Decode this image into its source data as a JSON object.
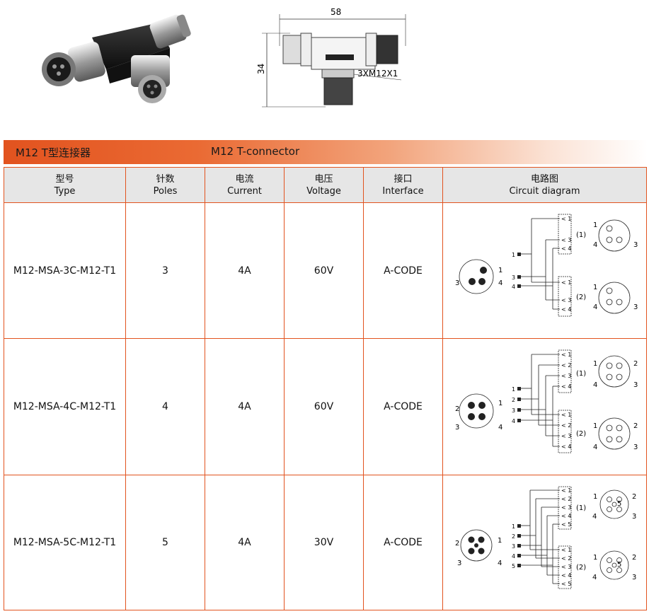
{
  "banner": {
    "title_cn": "M12 T型连接器",
    "title_en": "M12 T-connector"
  },
  "drawing": {
    "width_dim": "58",
    "height_dim": "34",
    "thread_label": "3XM12X1"
  },
  "headers": [
    {
      "cn": "型号",
      "en": "Type"
    },
    {
      "cn": "针数",
      "en": "Poles"
    },
    {
      "cn": "电流",
      "en": "Current"
    },
    {
      "cn": "电压",
      "en": "Voltage"
    },
    {
      "cn": "接口",
      "en": "Interface"
    },
    {
      "cn": "电路图",
      "en": "Circuit diagram"
    }
  ],
  "rows": [
    {
      "type": "M12-MSA-3C-M12-T1",
      "poles": "3",
      "current": "4A",
      "voltage": "60V",
      "interface": "A-CODE"
    },
    {
      "type": "M12-MSA-4C-M12-T1",
      "poles": "4",
      "current": "4A",
      "voltage": "60V",
      "interface": "A-CODE"
    },
    {
      "type": "M12-MSA-5C-M12-T1",
      "poles": "5",
      "current": "4A",
      "voltage": "30V",
      "interface": "A-CODE"
    }
  ],
  "diagrams": [
    {
      "pins": [
        "1",
        "3",
        "4"
      ],
      "branch_labels": [
        "(1)",
        "(2)"
      ],
      "left_pin_labels": [
        "1",
        "3",
        "4"
      ]
    },
    {
      "pins": [
        "1",
        "2",
        "3",
        "4"
      ],
      "branch_labels": [
        "(1)",
        "(2)"
      ],
      "left_pin_labels": [
        "2",
        "1",
        "3",
        "4"
      ]
    },
    {
      "pins": [
        "1",
        "2",
        "3",
        "4",
        "5"
      ],
      "branch_labels": [
        "(1)",
        "(2)"
      ],
      "left_pin_labels": [
        "2",
        "1",
        "3",
        "4"
      ]
    }
  ],
  "colors": {
    "accent": "#e2531f",
    "header_bg": "#e6e6e6"
  }
}
